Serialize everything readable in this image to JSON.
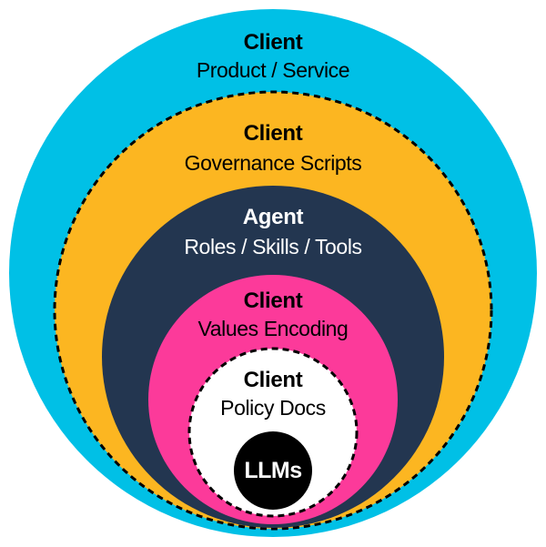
{
  "diagram": {
    "title": "",
    "layers": [
      {
        "id": "product-service",
        "owner": "Client",
        "label": "Product / Service",
        "fill": "#00C0E6",
        "text_color": "#000000",
        "border": "none"
      },
      {
        "id": "governance-scripts",
        "owner": "Client",
        "label": "Governance Scripts",
        "fill": "#FCB621",
        "text_color": "#000000",
        "border": "dashed"
      },
      {
        "id": "roles-skills-tools",
        "owner": "Agent",
        "label": "Roles / Skills / Tools",
        "fill": "#233650",
        "text_color": "#FFFFFF",
        "border": "none"
      },
      {
        "id": "values-encoding",
        "owner": "Client",
        "label": "Values Encoding",
        "fill": "#FC3A9A",
        "text_color": "#000000",
        "border": "none"
      },
      {
        "id": "policy-docs",
        "owner": "Client",
        "label": "Policy Docs",
        "fill": "#FFFFFF",
        "text_color": "#000000",
        "border": "dashed"
      }
    ],
    "core": {
      "label": "LLMs",
      "fill": "#000000",
      "text_color": "#FFFFFF"
    }
  }
}
